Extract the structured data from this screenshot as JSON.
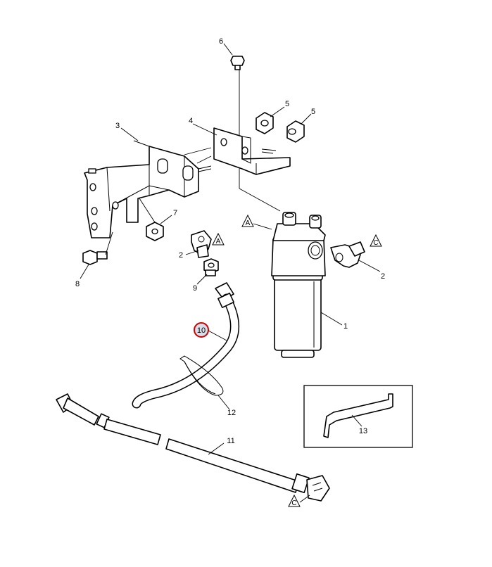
{
  "callouts": {
    "c1": "1",
    "c2a": "2",
    "c2b": "2",
    "c3": "3",
    "c4": "4",
    "c5a": "5",
    "c5b": "5",
    "c6": "6",
    "c7": "7",
    "c8": "8",
    "c9": "9",
    "c10": "10",
    "c11": "11",
    "c12": "12",
    "c13": "13"
  },
  "references": {
    "a_filter": "A",
    "a_fitting": "A",
    "c_filter": "C",
    "c_hose": "C"
  },
  "highlight": {
    "callout": "10",
    "ring_color": "#cc0000"
  }
}
